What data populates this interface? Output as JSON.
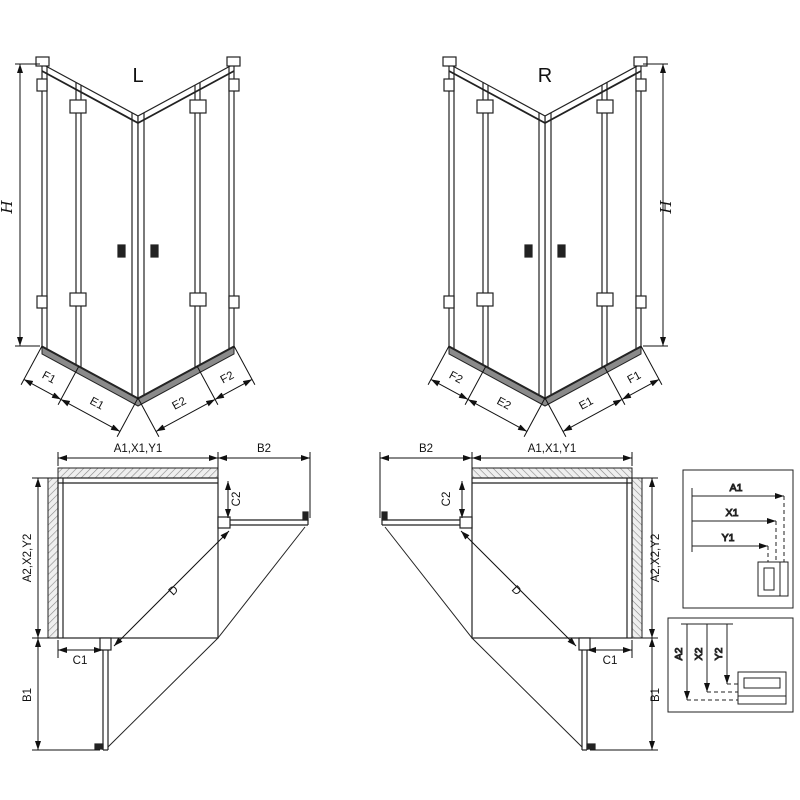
{
  "iso_views": {
    "left": {
      "label": "L",
      "height_label": "H",
      "bottom_dims": [
        "F1",
        "E1",
        "E2",
        "F2"
      ]
    },
    "right": {
      "label": "R",
      "height_label": "H",
      "bottom_dims": [
        "F2",
        "E2",
        "E1",
        "F1"
      ]
    }
  },
  "plan_views": {
    "left": {
      "width_dim": "A1,X1,Y1",
      "entry_width_dim": "B2",
      "offset_top_dim": "C2",
      "depth_dim": "A2,X2,Y2",
      "offset_bottom_dim": "C1",
      "entry_depth_dim": "B1",
      "diagonal_dim": "D"
    },
    "right": {
      "width_dim": "A1,X1,Y1",
      "entry_width_dim": "B2",
      "offset_top_dim": "C2",
      "depth_dim": "A2,X2,Y2",
      "offset_bottom_dim": "C1",
      "entry_depth_dim": "B1",
      "diagonal_dim": "D"
    }
  },
  "detail_views": {
    "horizontal_profile": {
      "dims": [
        "A1",
        "X1",
        "Y1"
      ]
    },
    "vertical_profile": {
      "dims": [
        "A2",
        "X2",
        "Y2"
      ]
    }
  }
}
